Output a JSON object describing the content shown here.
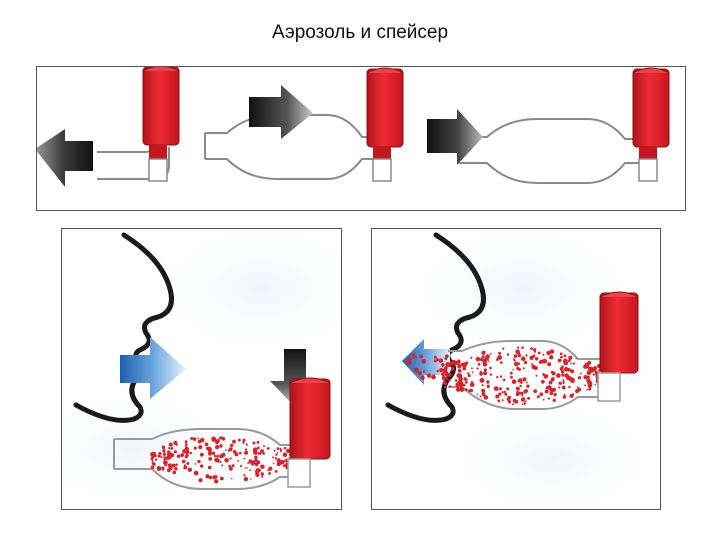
{
  "slide": {
    "title": "Аэрозоль и спейсер"
  },
  "colors": {
    "inhaler_red": "#e21b25",
    "inhaler_dark_red": "#b0141b",
    "arrow_dark": "#2a2a2a",
    "arrow_blue": "#3d7fc9",
    "particle_red": "#d8232a",
    "outline": "#8a8a8a",
    "face_line": "#1a1a1a"
  },
  "panels": [
    {
      "id": "inhaler-only",
      "icons": [
        "inhaler-icon",
        "mouthpiece-icon",
        "airflow-arrow-icon"
      ]
    },
    {
      "id": "inhaler-spacer-actuation",
      "icons": [
        "face-profile-icon",
        "inhale-arrow-icon",
        "press-arrow-icon",
        "spacer-icon",
        "aerosol-particles-icon"
      ]
    },
    {
      "id": "inhalation-through-spacer",
      "icons": [
        "face-profile-icon",
        "inhale-arrow-icon",
        "spacer-icon",
        "aerosol-particles-icon"
      ]
    }
  ]
}
